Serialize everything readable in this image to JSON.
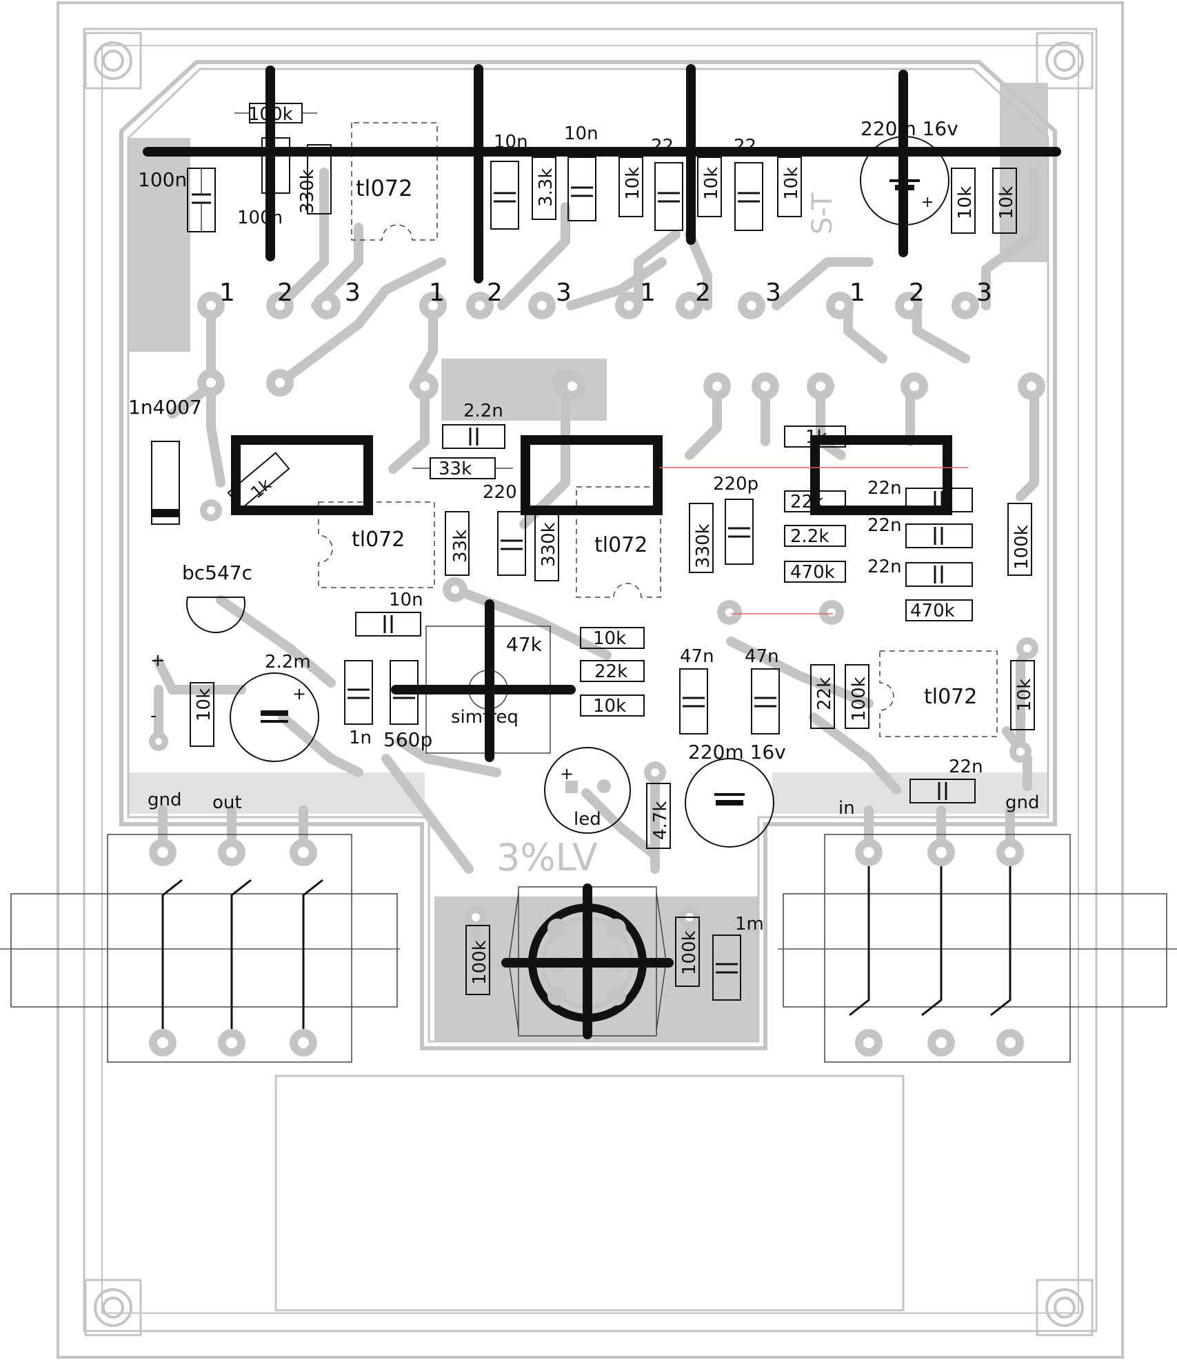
{
  "components": {
    "top": {
      "r_100k": "100k",
      "c_100n_left": "100n",
      "c_100n_inner": "100n",
      "r_330k": "330k",
      "ic1": "tl072",
      "c_10n_a": "10n",
      "r_3_3k": "3.3k",
      "c_10n_b": "10n",
      "r_10k_a": "10k",
      "c_22_a": "22",
      "r_10k_b": "10k",
      "c_22_b": "22",
      "r_10k_c": "10k",
      "silk_text": "S-T",
      "elcap": "220m 16v",
      "r_10k_d": "10k",
      "r_10k_e": "10k",
      "plus": "+"
    },
    "pots": [
      {
        "p1": "1",
        "p2": "2",
        "p3": "3"
      },
      {
        "p1": "1",
        "p2": "2",
        "p3": "3"
      },
      {
        "p1": "1",
        "p2": "2",
        "p3": "3"
      },
      {
        "p1": "1",
        "p2": "2",
        "p3": "3"
      }
    ],
    "middle": {
      "diode": "1n4007",
      "r_1k_diag": "1k",
      "c_2_2n": "2.2n",
      "r_33k_h": "33k",
      "c_220_label": "220",
      "ic2": "tl072",
      "r_33k_v": "33k",
      "r_330k_a": "330k",
      "ic3": "tl072",
      "r_330k_b": "330k",
      "c_220p": "220p",
      "r_1k_top": "1k",
      "r_22k_small": "22k",
      "r_2_2k": "2.2k",
      "r_470k_a": "470k",
      "c_22n_a": "22n",
      "c_22n_b": "22n",
      "c_22n_c": "22n",
      "r_100k_right": "100k",
      "r_470k_b": "470k",
      "transistor": "bc547c",
      "c_10n": "10n",
      "trimmer_value": "47k",
      "trimmer_name": "simfreq",
      "r_10k_h1": "10k",
      "r_22k_h": "22k",
      "r_10k_h2": "10k",
      "c_47n_a": "47n",
      "c_47n_b": "47n",
      "r_22k_v": "22k",
      "r_100k_v": "100k",
      "ic4": "tl072",
      "r_10k_right": "10k",
      "plus": "+",
      "minus": "-",
      "r_10k_psu": "10k",
      "elcap_2_2m": "2.2m",
      "cap_plus": "+",
      "c_1n": "1n",
      "c_560p": "560p"
    },
    "bottom": {
      "gnd_left": "gnd",
      "out": "out",
      "elcap_220m": "220m 16v",
      "led": "led",
      "led_plus": "+",
      "r_4_7k": "4.7k",
      "c_22n": "22n",
      "in": "in",
      "gnd_right": "gnd",
      "silk_logo": "3%LV",
      "r_100k_l": "100k",
      "r_100k_r": "100k",
      "c_1m": "1m"
    }
  },
  "colors": {
    "copper": "#c4c4c4",
    "silkscreen": "#111111",
    "jumper": "#111111",
    "airwire": "#e06060",
    "background": "#ffffff"
  }
}
